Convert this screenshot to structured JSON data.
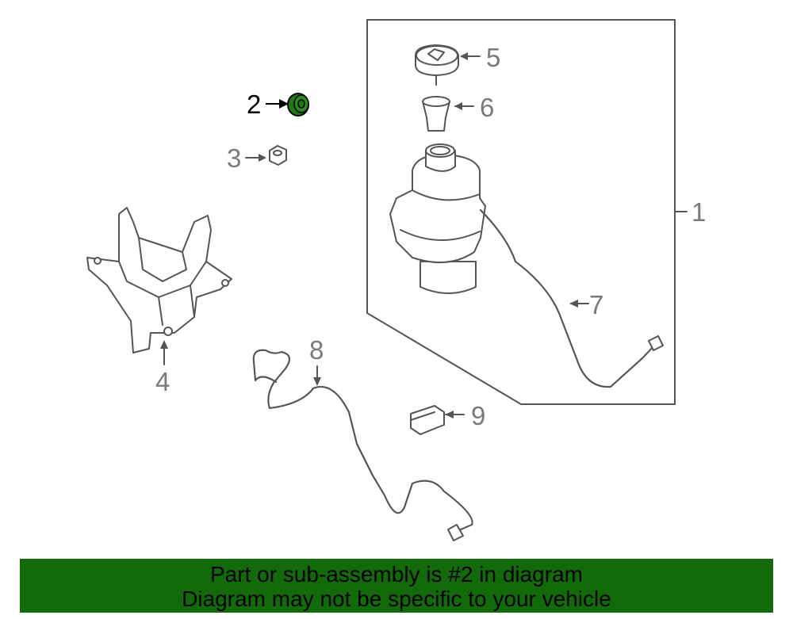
{
  "callouts": {
    "c1": "1",
    "c2": "2",
    "c3": "3",
    "c4": "4",
    "c5": "5",
    "c6": "6",
    "c7": "7",
    "c8": "8",
    "c9": "9"
  },
  "highlight": {
    "part": "2",
    "fill_color": "#1f7a12",
    "text_color": "#000000"
  },
  "banner": {
    "line1": "Part or sub-assembly is #2 in diagram",
    "line2": "Diagram may not be specific to your vehicle",
    "background_color": "#136a0b"
  }
}
